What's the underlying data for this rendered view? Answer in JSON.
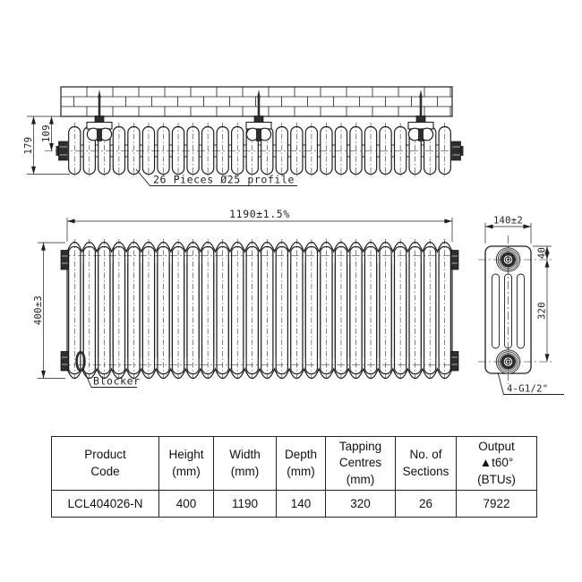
{
  "colors": {
    "line": "#1f1f1f",
    "dark_fill": "#2e2e2e",
    "background": "#ffffff"
  },
  "drawing": {
    "sections_count": 26,
    "top_view": {
      "dim_depth_overall": "179",
      "dim_wall_to_centre": "109",
      "pieces_label": "26 Pieces Ø25 profile"
    },
    "front_view": {
      "dim_width": "1190±1.5%",
      "dim_height": "400±3",
      "blocker_label": "Blocker"
    },
    "side_view": {
      "dim_depth": "140±2",
      "dim_top_offset": "40",
      "dim_tapping_centres": "320",
      "tapping_thread_label": "4-G1/2\""
    }
  },
  "table": {
    "headers": [
      [
        "Product",
        "Code"
      ],
      [
        "Height",
        "(mm)"
      ],
      [
        "Width",
        "(mm)"
      ],
      [
        "Depth",
        "(mm)"
      ],
      [
        "Tapping",
        "Centres",
        "(mm)"
      ],
      [
        "No. of",
        "Sections"
      ],
      [
        "Output",
        "▲t60°",
        "(BTUs)"
      ]
    ],
    "row": [
      "LCL404026-N",
      "400",
      "1190",
      "140",
      "320",
      "26",
      "7922"
    ]
  }
}
